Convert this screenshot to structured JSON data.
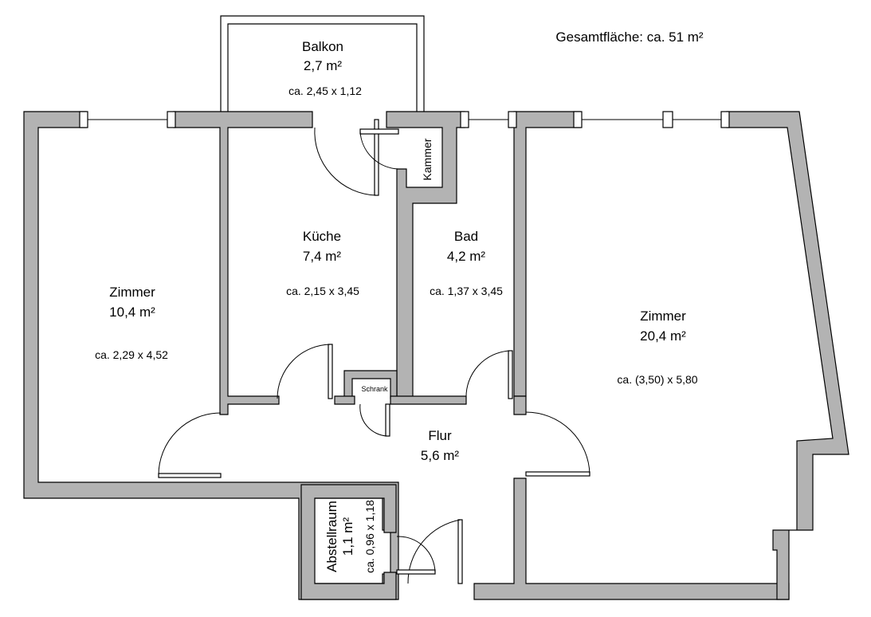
{
  "total_area": "Gesamtfläche: ca. 51 m²",
  "rooms": [
    {
      "name": "Balkon",
      "area": "2,7 m²",
      "dims": "ca. 2,45 x 1,12"
    },
    {
      "name": "Küche",
      "area": "7,4 m²",
      "dims": "ca. 2,15 x 3,45"
    },
    {
      "name": "Bad",
      "area": "4,2 m²",
      "dims": "ca. 1,37 x 3,45"
    },
    {
      "name": "Zimmer",
      "area": "10,4 m²",
      "dims": "ca. 2,29 x 4,52"
    },
    {
      "name": "Zimmer",
      "area": "20,4 m²",
      "dims": "ca. (3,50) x 5,80"
    },
    {
      "name": "Flur",
      "area": "5,6 m²"
    },
    {
      "name": "Abstellraum",
      "area": "1,1 m²",
      "dims": "ca. 0,96 x 1,18"
    },
    {
      "name": "Kammer"
    },
    {
      "name": "Schrank"
    }
  ],
  "colors": {
    "wall": "#b3b3b3",
    "line": "#000000"
  }
}
